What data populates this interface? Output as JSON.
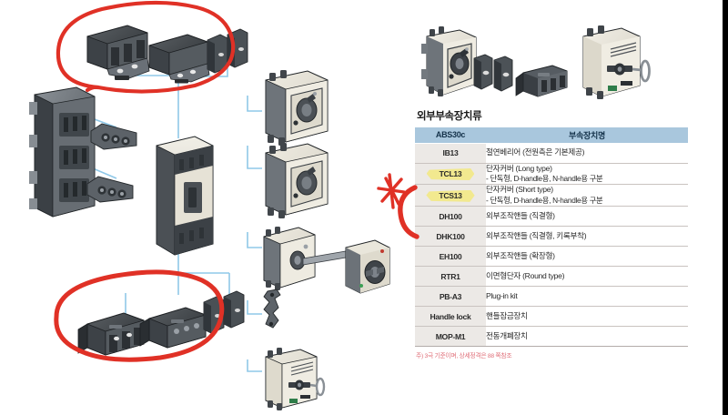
{
  "page": {
    "background_color": "#ffffff",
    "edge_bar_color": "#000000"
  },
  "table_block": {
    "title": "외부부속장치류",
    "header": {
      "code_label": "ABS30c",
      "desc_label": "부속장치명",
      "background_color": "#a9c7dd"
    },
    "rows": [
      {
        "code": "IB13",
        "desc": "절연베리어 (전원측은 기본제공)",
        "sub": "",
        "highlighted": false
      },
      {
        "code": "TCL13",
        "desc": "단자커버 (Long type)",
        "sub": "- 단독형, D-handle용, N-handle용 구분",
        "highlighted": true
      },
      {
        "code": "TCS13",
        "desc": "단자커버 (Short type)",
        "sub": "- 단독형, D-handle용, N-handle용 구분",
        "highlighted": true
      },
      {
        "code": "DH100",
        "desc": "외부조작핸들 (직결형)",
        "sub": "",
        "highlighted": false
      },
      {
        "code": "DHK100",
        "desc": "외부조작핸들 (직결형, 키록부착)",
        "sub": "",
        "highlighted": false
      },
      {
        "code": "EH100",
        "desc": "외부조작핸들 (확장형)",
        "sub": "",
        "highlighted": false
      },
      {
        "code": "RTR1",
        "desc": "이면형단자 (Round type)",
        "sub": "",
        "highlighted": false
      },
      {
        "code": "PB-A3",
        "desc": "Plug-in kit",
        "sub": "",
        "highlighted": false
      },
      {
        "code": "Handle lock",
        "desc": "핸들잠금장치",
        "sub": "",
        "highlighted": false
      },
      {
        "code": "MOP-M1",
        "desc": "전동개폐장치",
        "sub": "",
        "highlighted": false
      }
    ],
    "footnote": "주) 3극 기준이며, 상세정격은 88 쪽참조",
    "footnote_color": "#e0707a",
    "highlight_color": "#f3e97f"
  },
  "annotations": {
    "ink_color": "#e03126",
    "items": [
      {
        "name": "circle-top-left",
        "shape": "ellipse-freehand"
      },
      {
        "name": "circle-bottom-left",
        "shape": "ellipse-freehand"
      },
      {
        "name": "star-mark",
        "shape": "asterisk"
      },
      {
        "name": "bracket-mark",
        "shape": "curly-bracket"
      }
    ]
  },
  "illustrations": {
    "connector_line_color": "#8fc8e8",
    "left_exploded_diagram": {
      "name": "abs30c-exploded-assembly-diagram",
      "parts": [
        "plug-in-base",
        "terminal-cover-long-left",
        "terminal-cover-long-right",
        "insulation-barrier-a",
        "insulation-barrier-b",
        "round-terminal-upper",
        "round-terminal-lower",
        "molded-case-circuit-breaker",
        "direct-handle-upper",
        "direct-handle-lower",
        "extension-handle-with-shaft",
        "terminal-cover-short-left",
        "terminal-cover-short-right",
        "handle-lock",
        "motor-operator"
      ]
    },
    "top_right_photo": {
      "name": "external-accessories-photo",
      "parts": [
        "direct-handle-panel",
        "barrier-plate-a",
        "barrier-plate-b",
        "terminal-cover",
        "motor-operator-unit"
      ]
    }
  }
}
